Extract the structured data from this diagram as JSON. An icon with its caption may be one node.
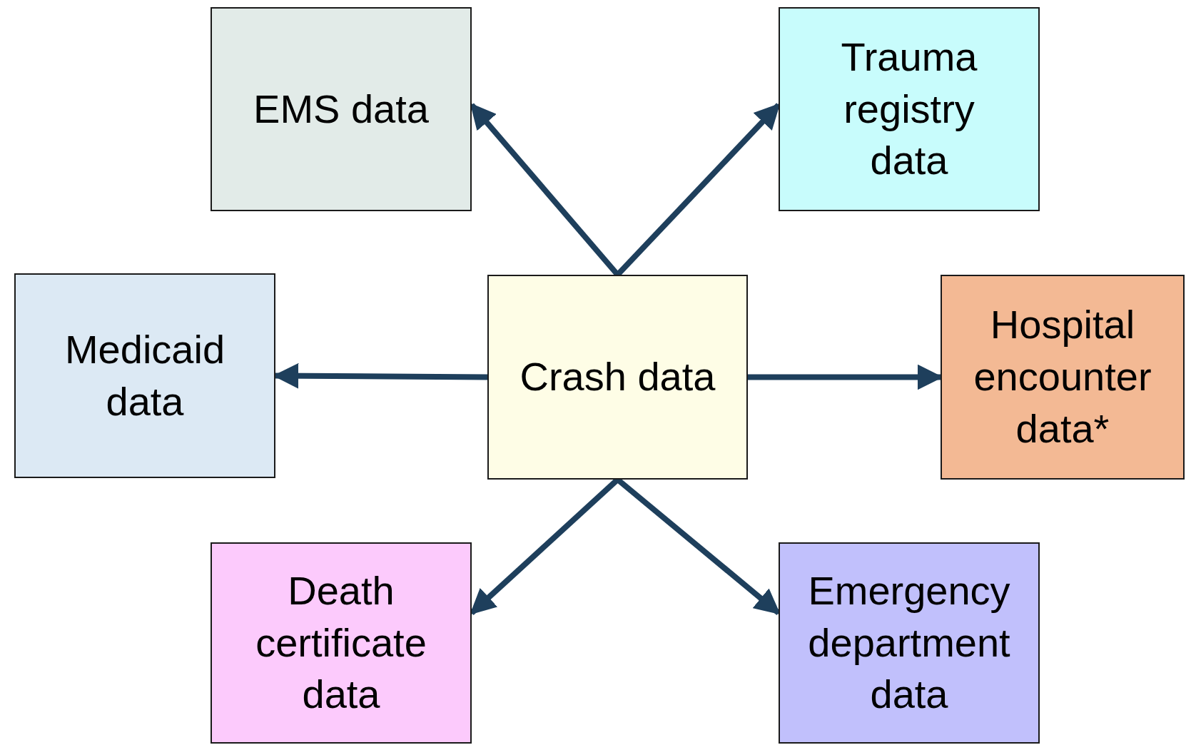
{
  "diagram": {
    "nodes": [
      {
        "text": [
          "EMS data"
        ]
      },
      {
        "text": [
          "Trauma registry data"
        ]
      },
      {
        "text": [
          "Medicaid data"
        ]
      },
      {
        "text": [
          "Crash data"
        ]
      },
      {
        "text": [
          "Hospital encounter data*"
        ]
      },
      {
        "text": [
          "Death certificate data"
        ]
      },
      {
        "text": [
          "Emergency department data"
        ]
      }
    ],
    "edges": [
      {
        "from": 3,
        "to": 0,
        "arrow": "to"
      },
      {
        "from": 3,
        "to": 1,
        "arrow": "to"
      },
      {
        "from": 3,
        "to": 2,
        "arrow": "to"
      },
      {
        "from": 3,
        "to": 4,
        "arrow": "to"
      },
      {
        "from": 3,
        "to": 5,
        "arrow": "to"
      },
      {
        "from": 3,
        "to": 6,
        "arrow": "to"
      }
    ]
  }
}
